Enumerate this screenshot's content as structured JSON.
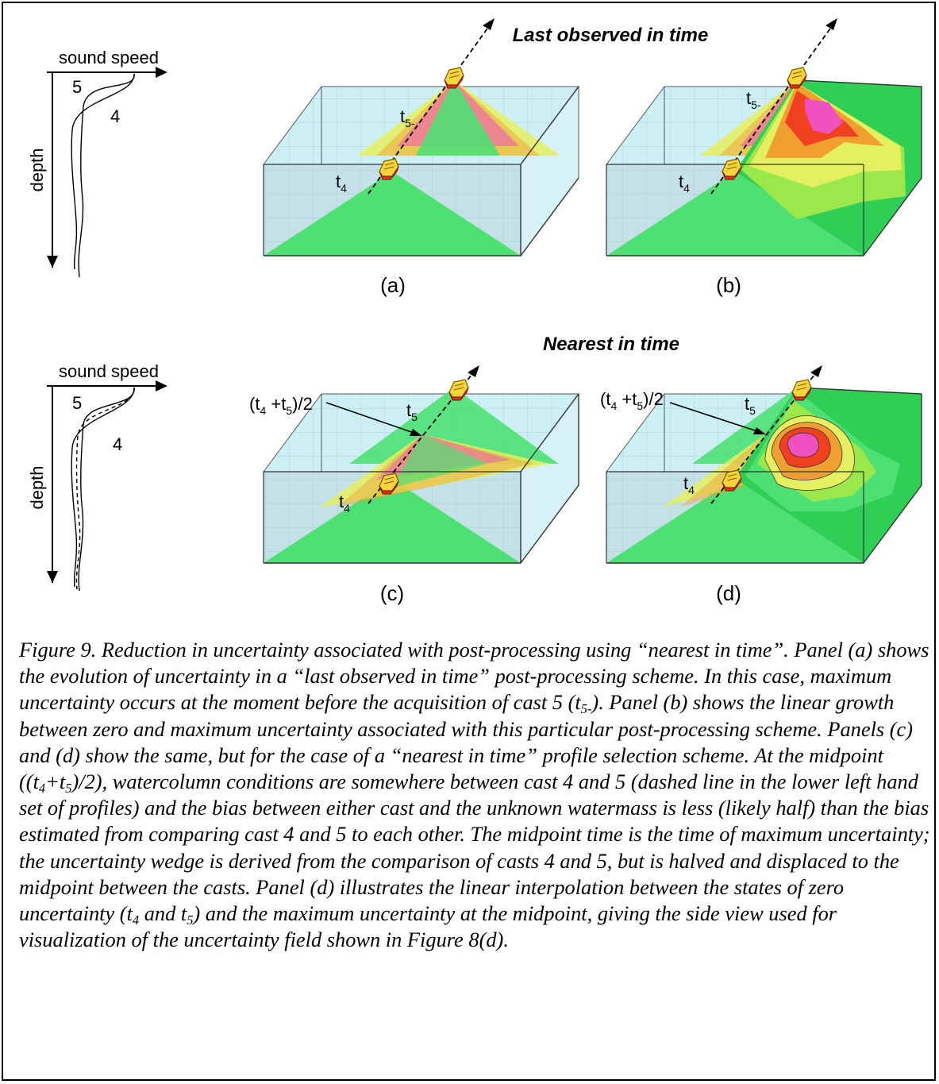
{
  "titles": {
    "top": "Last observed in time",
    "bottom": "Nearest in time"
  },
  "profiles": {
    "xlabel": "sound speed",
    "ylabel": "depth",
    "cast_a": "5",
    "cast_b": "4"
  },
  "panels": {
    "a": "(a)",
    "b": "(b)",
    "c": "(c)",
    "d": "(d)"
  },
  "labels": {
    "t": "t",
    "sub_4": "4",
    "sub_5": "5",
    "sub_5minus": "5-",
    "midpoint_open": "(t",
    "midpoint_plus": " +t",
    "midpoint_close": ")/2"
  },
  "caption": {
    "s1": "Figure 9.  Reduction in uncertainty associated with post-processing using “nearest in time”.  Panel (a) shows the evolution of uncertainty in a “last observed in time” post-processing scheme.  In this case, maximum uncertainty occurs at the moment before the acquisition of cast 5 (t",
    "s1_sub": "5-",
    "s2": ").  Panel (b) shows the linear growth between zero and maximum uncertainty associated with this particular post-processing scheme.  Panels (c) and (d) show the same, but for the case of a “nearest in time” profile selection scheme.  At the midpoint ((t",
    "s2_sub": "4",
    "s3": "+t",
    "s3_sub": "5",
    "s4": ")/2), watercolumn conditions are somewhere between cast 4 and 5 (dashed line in the lower left hand set of profiles) and the bias between either cast and the unknown watermass is less (likely half) than the bias estimated from comparing cast 4 and 5 to each other.  The midpoint time is the time of maximum uncertainty; the uncertainty wedge is derived from the comparison of casts 4 and 5, but is halved and displaced to the midpoint between the casts.  Panel (d) illustrates the linear interpolation between the states of zero uncertainty (t",
    "s4_sub": "4",
    "s5": " and t",
    "s5_sub": "5",
    "s6": ") and the maximum uncertainty at the midpoint, giving the side view used for visualization of the uncertainty field shown in Figure 8(d)."
  },
  "colors": {
    "water": "#cdf0f4",
    "water_front": "#c3e1e6",
    "green": "#4fe074",
    "green_dark": "#2fcf55",
    "yellow": "#e5f060",
    "orange": "#f0a030",
    "red": "#f04020",
    "magenta": "#f050c0",
    "ship": "#f7d53a"
  }
}
